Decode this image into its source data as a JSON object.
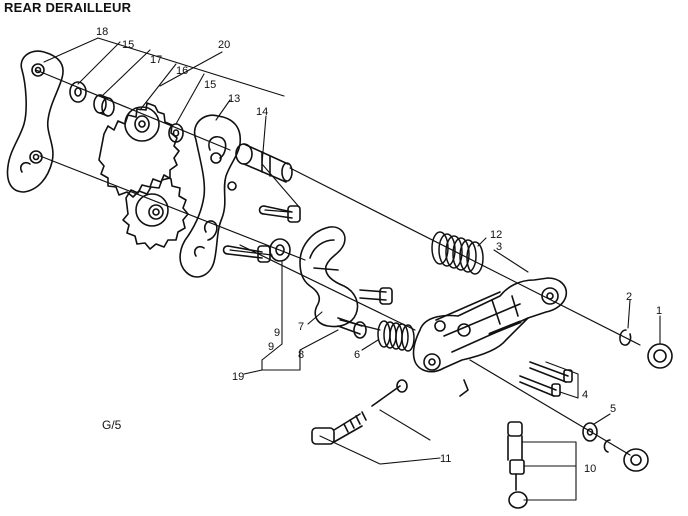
{
  "title": "REAR DERAILLEUR",
  "code": "G/5",
  "part_numbers": [
    "1",
    "2",
    "3",
    "4",
    "5",
    "6",
    "7",
    "8",
    "9",
    "9",
    "10",
    "11",
    "12",
    "13",
    "14",
    "15",
    "15",
    "16",
    "17",
    "18",
    "19",
    "20"
  ]
}
